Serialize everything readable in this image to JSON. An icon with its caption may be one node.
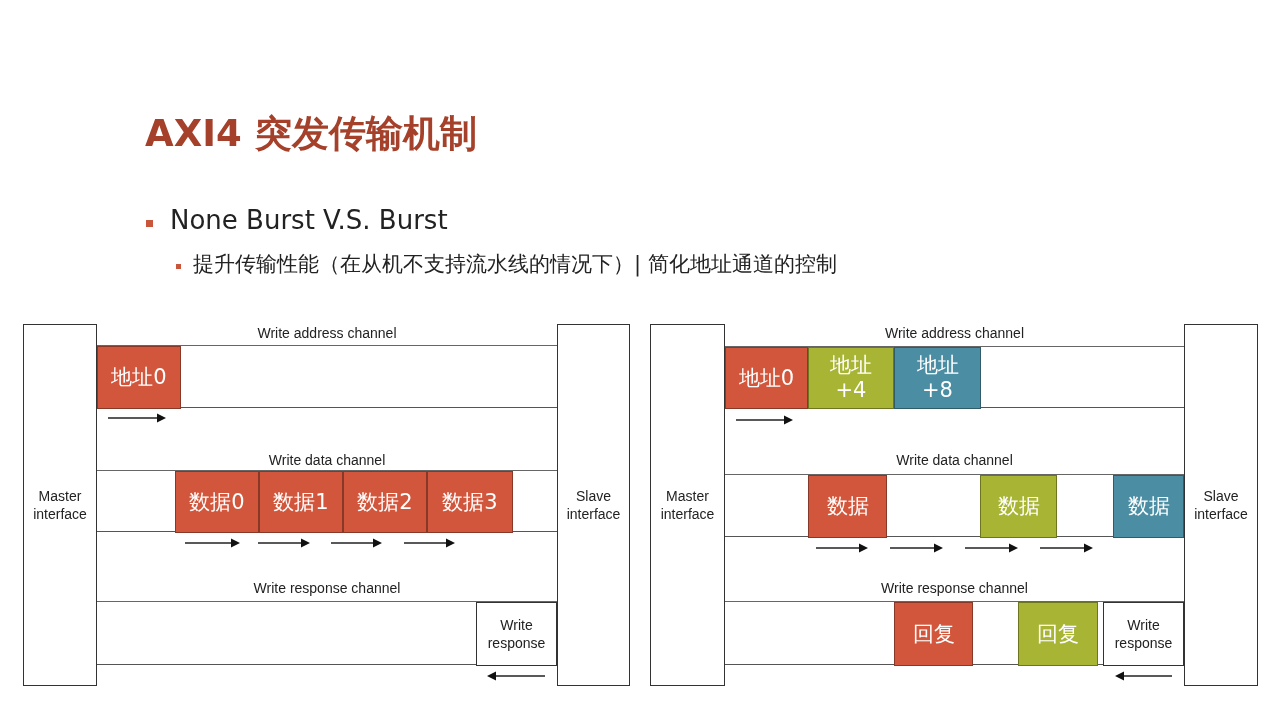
{
  "diagram": {
    "title": "AXI4 突发传输机制",
    "nodes": [
      {
        "text": [
          "Master interface"
        ]
      },
      {
        "text": [
          "Write address channel"
        ]
      },
      {
        "text": [
          "地址0"
        ],
        "in": 1
      },
      {
        "text": [
          "Write data channel"
        ]
      },
      {
        "text": [
          "数据0"
        ],
        "in": 3
      },
      {
        "text": [
          "数据1"
        ],
        "in": 3
      },
      {
        "text": [
          "数据2"
        ],
        "in": 3
      },
      {
        "text": [
          "数据3"
        ],
        "in": 3
      },
      {
        "text": [
          "Write response channel"
        ]
      },
      {
        "text": [
          "Write response"
        ],
        "in": 8
      },
      {
        "text": [
          "Slave interface"
        ]
      },
      {
        "text": [
          "Master interface"
        ]
      },
      {
        "text": [
          "Write address channel"
        ]
      },
      {
        "text": [
          "地址0"
        ],
        "in": 12
      },
      {
        "text": [
          "地址+4"
        ],
        "in": 12
      },
      {
        "text": [
          "地址+8"
        ],
        "in": 12
      },
      {
        "text": [
          "Write data channel"
        ]
      },
      {
        "text": [
          "数据"
        ],
        "in": 16
      },
      {
        "text": [
          "数据"
        ],
        "in": 16
      },
      {
        "text": [
          "数据"
        ],
        "in": 16
      },
      {
        "text": [
          "Write response channel"
        ]
      },
      {
        "text": [
          "回复"
        ],
        "in": 20
      },
      {
        "text": [
          "回复"
        ],
        "in": 20
      },
      {
        "text": [
          "Write response"
        ],
        "in": 20
      },
      {
        "text": [
          "Slave interface"
        ]
      }
    ],
    "labels": [
      "None Burst V.S. Burst",
      "提升传输性能（在从机不支持流水线的情况下）| 简化地址通道的控制"
    ]
  }
}
